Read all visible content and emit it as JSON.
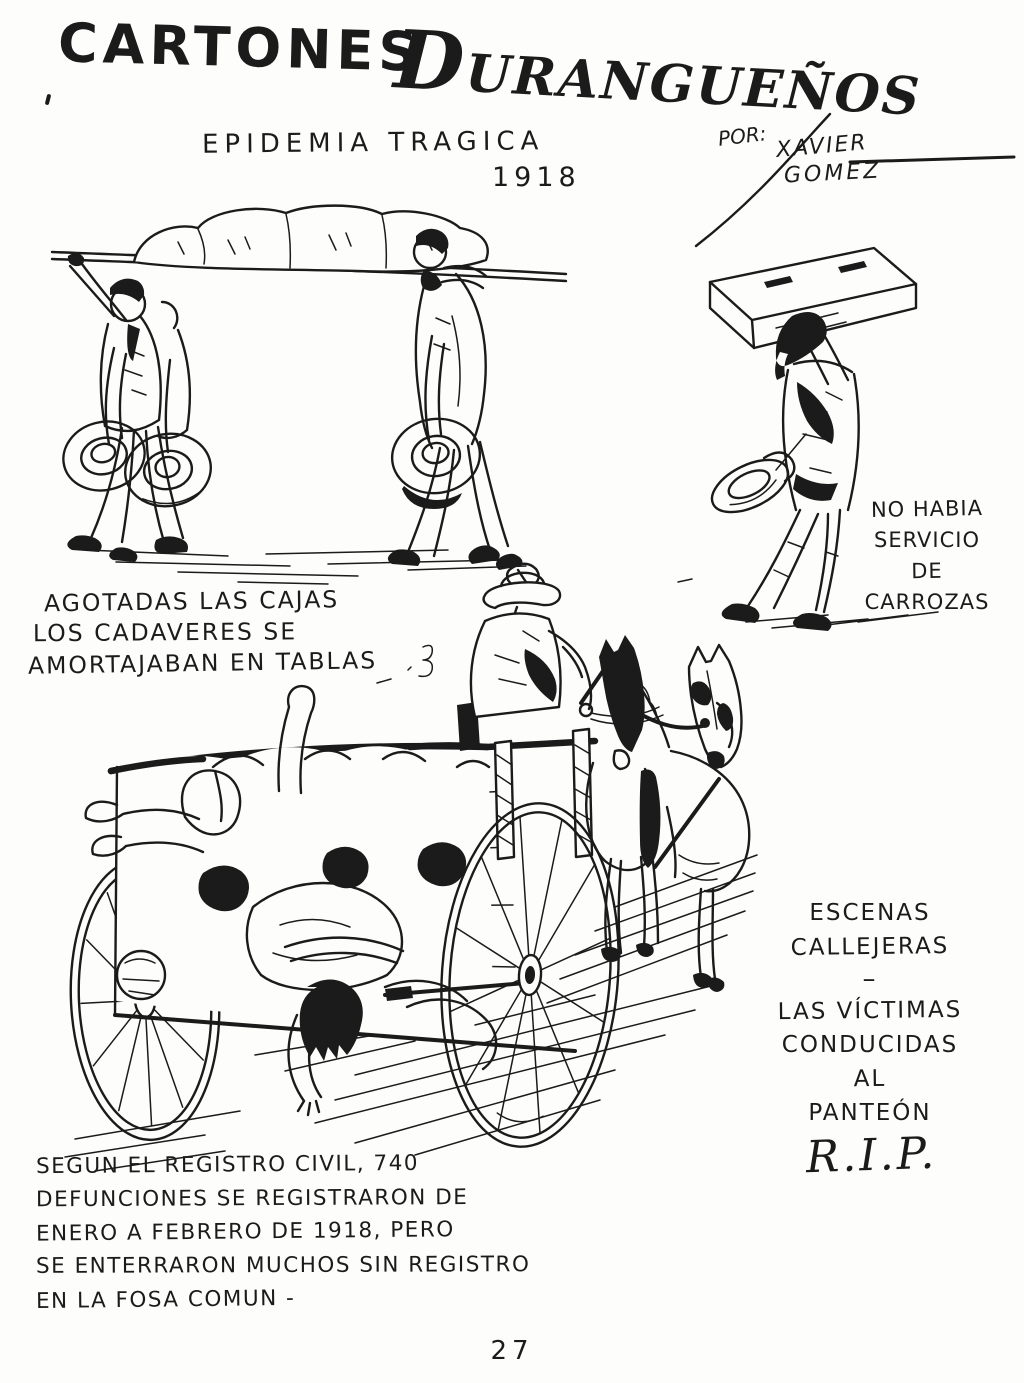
{
  "page": {
    "title_left": "CARTONES",
    "title_right": "DURANGUEÑOS",
    "subtitle": "EPIDEMIA TRAGICA",
    "subtitle_year": "1918",
    "byline_prefix": "POR:",
    "byline_first": "XAVIER",
    "byline_last": "GOMEZ",
    "page_number": "27",
    "ink_color": "#1b1b1b",
    "paper_color": "#fdfdfb"
  },
  "captions": {
    "coffins": {
      "line1": "AGOTADAS LAS CAJAS",
      "line2": "LOS CADAVERES SE",
      "line3": "AMORTAJABAN EN TABLAS"
    },
    "no_service": {
      "line1": "NO HABIA",
      "line2": "SERVICIO",
      "line3": "DE",
      "line4": "CARROZAS"
    },
    "street": {
      "line1": "ESCENAS",
      "line2": "CALLEJERAS",
      "dash": "–",
      "line3": "LAS VÍCTIMAS",
      "line4": "CONDUCIDAS",
      "line5": "AL",
      "line6": "PANTEÓN",
      "rip": "R.I.P."
    },
    "registry": {
      "line1": "SEGUN EL REGISTRO CIVIL, 740",
      "line2": "DEFUNCIONES SE REGISTRARON DE",
      "line3": "ENERO A FEBRERO DE 1918, PERO",
      "line4": "SE ENTERRARON MUCHOS SIN REGISTRO",
      "line5": "EN LA FOSA COMUN -"
    }
  },
  "illustrations": {
    "stretcher_scene": "two-men-carrying-shrouded-corpse-on-plank-hats-in-hand",
    "coffin_scene": "man-carrying-coffin-on-shoulder-sombrero-on-back",
    "cart_scene": "horse-drawn-cart-piled-with-corpses-driven-to-cemetery"
  }
}
